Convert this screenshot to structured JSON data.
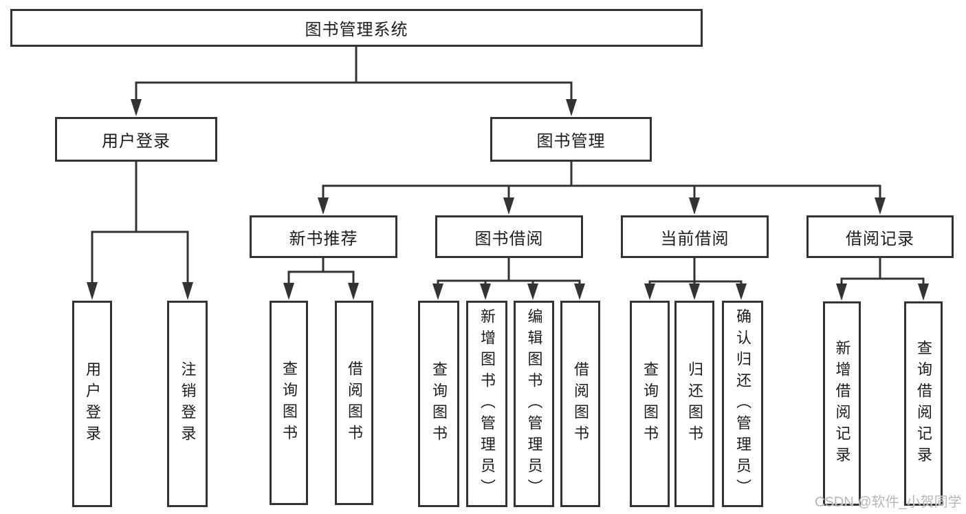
{
  "colors": {
    "line": "#333333",
    "text": "#1c1c1c",
    "box-bg": "#ffffff",
    "watermark": "#b4b7bb"
  },
  "watermark": {
    "text": "CSDN @软件_小贺同学"
  },
  "tree": {
    "label": "图书管理系统",
    "children": [
      {
        "label": "用户登录",
        "children": [
          {
            "label": "用户登录"
          },
          {
            "label": "注销登录"
          }
        ]
      },
      {
        "label": "图书管理",
        "children": [
          {
            "label": "新书推荐",
            "children": [
              {
                "label": "查询图书"
              },
              {
                "label": "借阅图书"
              }
            ]
          },
          {
            "label": "图书借阅",
            "children": [
              {
                "label": "查询图书"
              },
              {
                "label": "新增图书（管理员）"
              },
              {
                "label": "编辑图书（管理员）"
              },
              {
                "label": "借阅图书"
              }
            ]
          },
          {
            "label": "当前借阅",
            "children": [
              {
                "label": "查询图书"
              },
              {
                "label": "归还图书"
              },
              {
                "label": "确认归还（管理员）"
              }
            ]
          },
          {
            "label": "借阅记录",
            "children": [
              {
                "label": "新增借阅记录"
              },
              {
                "label": "查询借阅记录"
              }
            ]
          }
        ]
      }
    ]
  }
}
